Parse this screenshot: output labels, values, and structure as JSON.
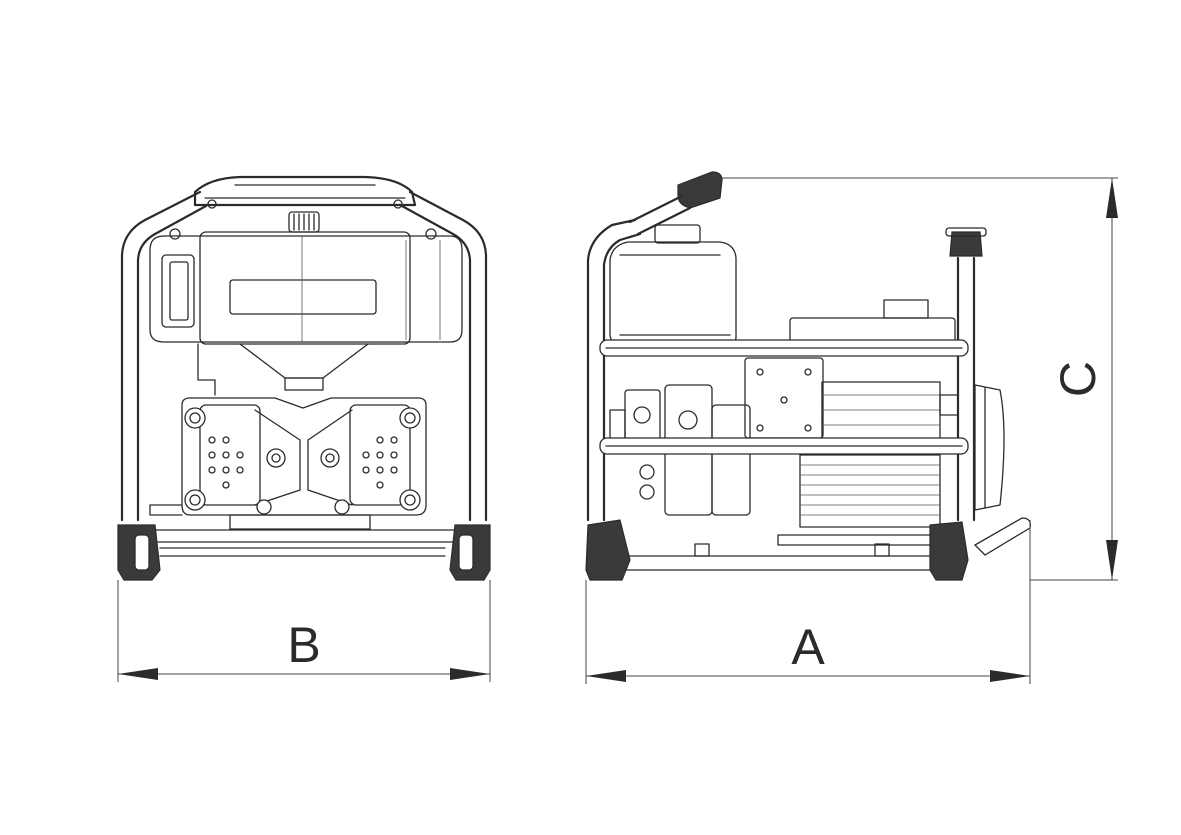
{
  "dimensions": {
    "width_label": "A",
    "depth_label": "B",
    "height_label": "C"
  }
}
